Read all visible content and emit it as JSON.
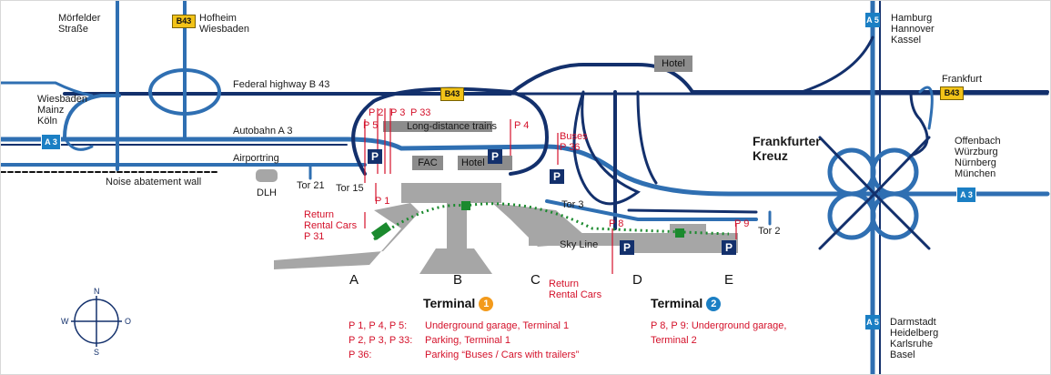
{
  "places": {
    "moerfelder": "Mörfelder\nStraße",
    "hofheim": "Hofheim\nWiesbaden",
    "hamburg": "Hamburg\nHannover\nKassel",
    "frankfurt": "Frankfurt",
    "wiesbaden": "Wiesbaden\nMainz\nKöln",
    "offenbach": "Offenbach\nWürzburg\nNürnberg\nMünchen",
    "darmstadt": "Darmstadt\nHeidelberg\nKarlsruhe\nBasel",
    "kreuz": "Frankfurter\nKreuz"
  },
  "roads": {
    "b43_label": "Federal highway B 43",
    "a3_label": "Autobahn A 3",
    "airportring": "Airportring",
    "noise_wall": "Noise abatement wall",
    "b43": "B43",
    "a3": "A 3",
    "a5": "A 5"
  },
  "buildings": {
    "hotel_top": "Hotel",
    "long_distance": "Long-distance trains",
    "fac": "FAC",
    "hotel": "Hotel",
    "dlh": "DLH",
    "sky_line": "Sky Line"
  },
  "gates_tor": {
    "tor21": "Tor 21",
    "tor15": "Tor 15",
    "tor3": "Tor 3",
    "tor2": "Tor 2"
  },
  "parking": {
    "p5": "P 5",
    "p2": "P 2",
    "p3": "P 3",
    "p33": "P 33",
    "p4": "P 4",
    "p1": "P 1",
    "p8": "P 8",
    "p9": "P 9",
    "buses": "Buses\nP 36",
    "return1": "Return\nRental Cars\nP 31",
    "return2": "Return\nRental Cars",
    "p_symbol": "P"
  },
  "terminals": {
    "t1_label": "Terminal",
    "t1_num": "1",
    "t2_label": "Terminal",
    "t2_num": "2",
    "t1_color": "#f39a1b",
    "t2_color": "#1b7fc4"
  },
  "gates": [
    "A",
    "B",
    "C",
    "D",
    "E"
  ],
  "legend": {
    "t1": [
      {
        "key": "P 1, P 4, P 5:",
        "value": "Underground garage, Terminal 1"
      },
      {
        "key": "P 2, P 3, P 33:",
        "value": "Parking, Terminal 1"
      },
      {
        "key": "P 36:",
        "value": "Parking “Buses / Cars with trailers”"
      }
    ],
    "t2": [
      {
        "key": "P 8, P 9:",
        "value": "Underground garage,"
      },
      {
        "key": "",
        "value": "Terminal 2"
      }
    ]
  },
  "compass": {
    "n": "N",
    "s": "S",
    "w": "W",
    "o": "O"
  },
  "colors": {
    "road_dark": "#13306c",
    "road_light": "#2f6fb2",
    "parking_red": "#d4112a",
    "building": "#8c8c8c",
    "skyline": "#1b8a2e"
  }
}
